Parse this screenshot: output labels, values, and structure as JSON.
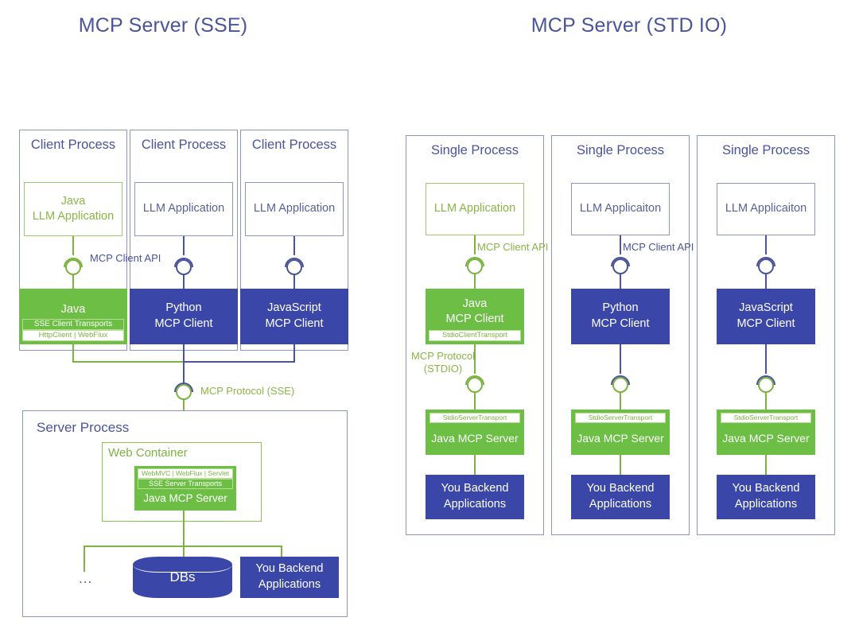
{
  "page": {
    "background": "#ffffff",
    "accent_green": "#6cbe45",
    "accent_blue": "#3b47a8",
    "text_blue": "#4a5499",
    "text_green": "#8ab545"
  },
  "left_diagram": {
    "title": "MCP Server (SSE)",
    "client_columns": [
      {
        "frame_title": "Client Process",
        "app_box": "Java\nLLM Application",
        "app_style": "green-outline",
        "client_box": {
          "title": "Java\nMCP Client",
          "style": "green",
          "strips": [
            {
              "label": "SSE Client Transports",
              "style": "green"
            },
            {
              "label": "HttpClient | WebFlux",
              "style": "white"
            }
          ]
        },
        "connector_color": "green"
      },
      {
        "frame_title": "Client Process",
        "app_box": "LLM Application",
        "app_style": "blue-outline",
        "client_box": {
          "title": "Python\nMCP Client",
          "style": "blue",
          "strips": []
        },
        "connector_color": "blue"
      },
      {
        "frame_title": "Client Process",
        "app_box": "LLM Application",
        "app_style": "blue-outline",
        "client_box": {
          "title": "JavaScript\nMCP Client",
          "style": "blue",
          "strips": []
        },
        "connector_color": "blue"
      }
    ],
    "client_api_label": "MCP Client API",
    "protocol_label": "MCP Protocol (SSE)",
    "server_process": {
      "frame_title": "Server Process",
      "web_container": {
        "frame_title": "Web Container",
        "server_box": {
          "strips": [
            {
              "label": "WebMVC | WebFlux | Servlet",
              "style": "white"
            },
            {
              "label": "SSE Server Transports",
              "style": "green"
            }
          ],
          "title": "Java MCP Server"
        }
      },
      "ellipsis": "...",
      "database": "DBs",
      "backend": "You Backend\nApplications"
    }
  },
  "right_diagram": {
    "title": "MCP Server (STD IO)",
    "columns": [
      {
        "frame_title": "Single Process",
        "app_box": "LLM Application",
        "app_style": "green-outline",
        "client_api_label": "MCP Client API",
        "client_api_color": "green",
        "client_box": {
          "title": "Java\nMCP Client",
          "style": "green",
          "strips": [
            {
              "label": "StdioClientTransport",
              "style": "white"
            }
          ]
        },
        "protocol_label": "MCP Protocol\n(STDIO)",
        "protocol_color": "green",
        "server_box": {
          "strips": [
            {
              "label": "StdioServerTransport",
              "style": "white"
            }
          ],
          "title": "Java MCP Server"
        },
        "backend": "You Backend\nApplications",
        "upper_connector_color": "green",
        "lower_connector_color": "green"
      },
      {
        "frame_title": "Single Process",
        "app_box": "LLM Applicaiton",
        "app_style": "blue-outline",
        "client_api_label": "MCP Client API",
        "client_api_color": "blue",
        "client_box": {
          "title": "Python\nMCP Client",
          "style": "blue",
          "strips": []
        },
        "protocol_label": "",
        "protocol_color": "blue",
        "server_box": {
          "strips": [
            {
              "label": "StdioServerTransport",
              "style": "white"
            }
          ],
          "title": "Java MCP Server"
        },
        "backend": "You Backend\nApplications",
        "upper_connector_color": "blue",
        "lower_connector_color": "blue"
      },
      {
        "frame_title": "Single Process",
        "app_box": "LLM Applicaiton",
        "app_style": "blue-outline",
        "client_api_label": "",
        "client_api_color": "blue",
        "client_box": {
          "title": "JavaScript\nMCP Client",
          "style": "blue",
          "strips": []
        },
        "protocol_label": "",
        "protocol_color": "blue",
        "server_box": {
          "strips": [
            {
              "label": "StdioServerTransport",
              "style": "white"
            }
          ],
          "title": "Java MCP Server"
        },
        "backend": "You Backend\nApplications",
        "upper_connector_color": "blue",
        "lower_connector_color": "blue"
      }
    ]
  }
}
